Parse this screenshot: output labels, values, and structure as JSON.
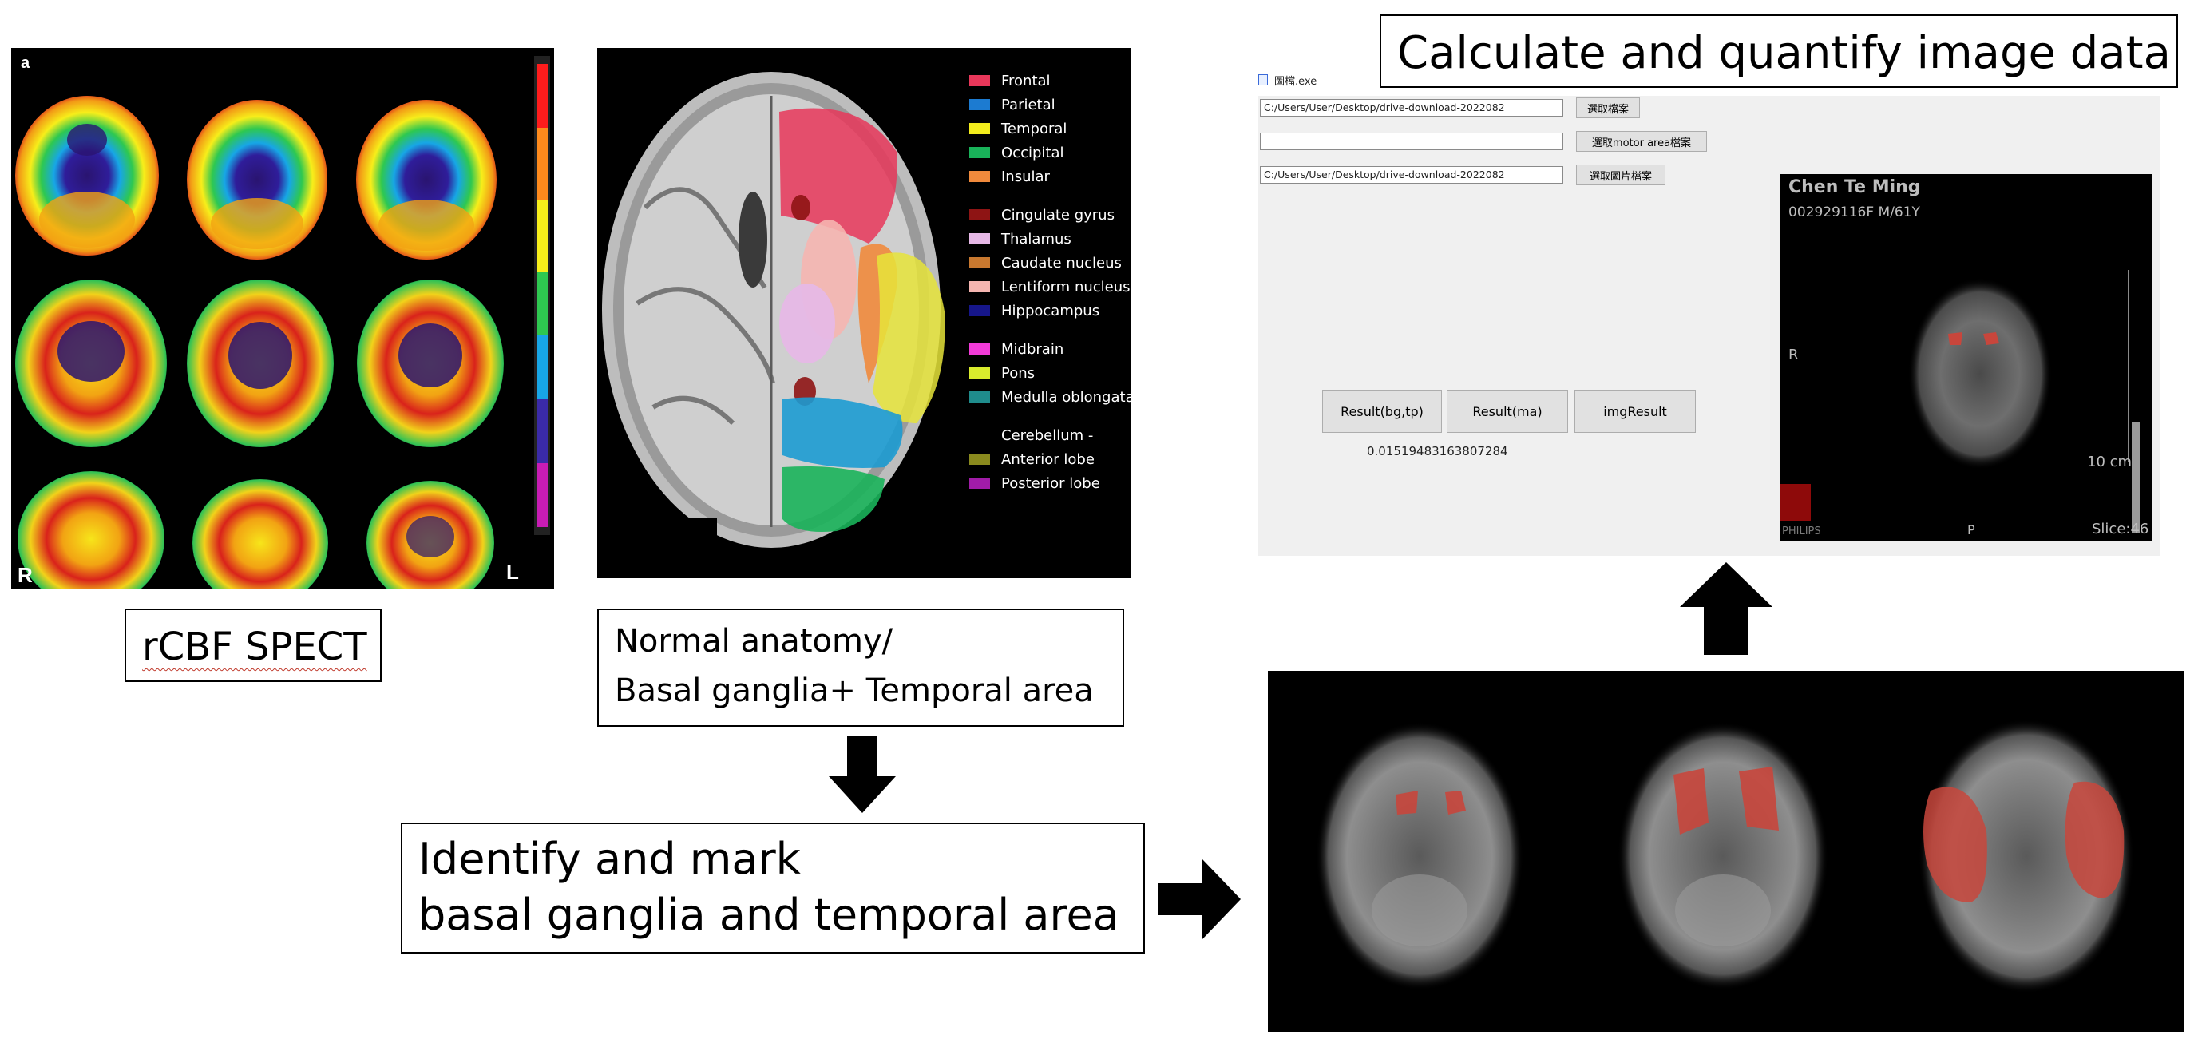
{
  "panels": {
    "spect": {
      "caption": "rCBF SPECT",
      "corner_a": "a",
      "corner_r": "R",
      "corner_l": "L"
    },
    "anatomy": {
      "caption_line1": "Normal anatomy/",
      "caption_line2": "Basal ganglia+ Temporal area",
      "legend": [
        {
          "label": "Frontal",
          "color": "#e8375a"
        },
        {
          "label": "Parietal",
          "color": "#1c7bd1"
        },
        {
          "label": "Temporal",
          "color": "#f2ec1c"
        },
        {
          "label": "Occipital",
          "color": "#19b35a"
        },
        {
          "label": "Insular",
          "color": "#f08a3c"
        },
        {
          "label": "Cingulate gyrus",
          "color": "#8e1414"
        },
        {
          "label": "Thalamus",
          "color": "#e6b8e6"
        },
        {
          "label": "Caudate nucleus",
          "color": "#c8782f"
        },
        {
          "label": "Lentiform nucleus",
          "color": "#f5b5b0"
        },
        {
          "label": "Hippocampus",
          "color": "#16168a"
        },
        {
          "label": "Midbrain",
          "color": "#f23bd8"
        },
        {
          "label": "Pons",
          "color": "#d9ec2d"
        },
        {
          "label": "Medulla oblongata",
          "color": "#1f8c8c"
        },
        {
          "label": "Cerebellum -",
          "color": ""
        },
        {
          "label": "Anterior lobe",
          "color": "#8a8a1e"
        },
        {
          "label": "Posterior lobe",
          "color": "#a11ca8"
        }
      ]
    },
    "identify": {
      "line1": "Identify and mark",
      "line2": "basal ganglia and temporal area"
    },
    "calculate": {
      "caption": "Calculate and quantify image data",
      "window": {
        "title": "圖檔.exe",
        "path1": "C:/Users/User/Desktop/drive-download-2022082",
        "path2": "",
        "path3": "C:/Users/User/Desktop/drive-download-2022082",
        "btn1": "選取檔案",
        "btn2": "選取motor area檔案",
        "btn3": "選取圖片檔案",
        "result_bg": "Result(bg,tp)",
        "result_ma": "Result(ma)",
        "img_result": "imgResult",
        "value": "0.015194831638072​84"
      },
      "scan": {
        "patient_name": "Chen Te Ming",
        "patient_id": "002929116F M/61Y",
        "side_marker": "R",
        "scale": "10 cm",
        "vendor": "PHILIPS",
        "p_marker": "P",
        "slice": "Slice:46"
      }
    }
  },
  "colors": {
    "frame": "#000000",
    "roi": "#c8463c",
    "spect_bg": "#000000"
  }
}
